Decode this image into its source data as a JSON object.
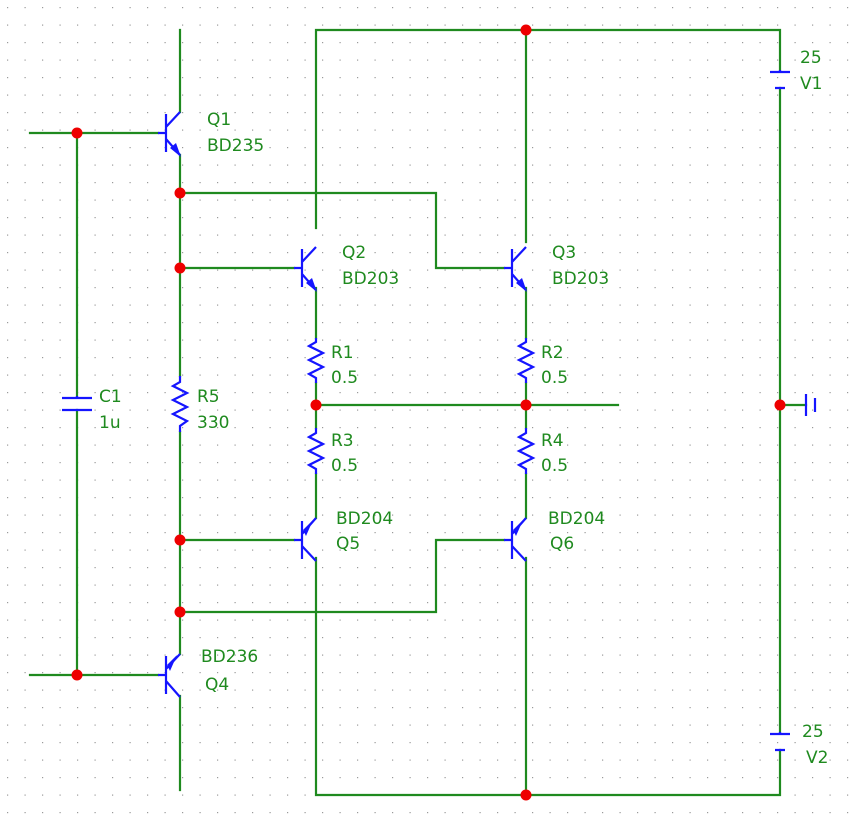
{
  "schematic": {
    "Q1": {
      "ref": "Q1",
      "part": "BD235"
    },
    "Q2": {
      "ref": "Q2",
      "part": "BD203"
    },
    "Q3": {
      "ref": "Q3",
      "part": "BD203"
    },
    "Q4": {
      "ref": "Q4",
      "part": "BD236"
    },
    "Q5": {
      "ref": "Q5",
      "part": "BD204"
    },
    "Q6": {
      "ref": "Q6",
      "part": "BD204"
    },
    "R1": {
      "ref": "R1",
      "value": "0.5"
    },
    "R2": {
      "ref": "R2",
      "value": "0.5"
    },
    "R3": {
      "ref": "R3",
      "value": "0.5"
    },
    "R4": {
      "ref": "R4",
      "value": "0.5"
    },
    "R5": {
      "ref": "R5",
      "value": "330"
    },
    "C1": {
      "ref": "C1",
      "value": "1u"
    },
    "V1": {
      "ref": "V1",
      "value": "25"
    },
    "V2": {
      "ref": "V2",
      "value": "25"
    },
    "colors": {
      "wire": "#1f8a1f",
      "component": "#1515ff",
      "node": "#ee0000",
      "grid": "#9a9a9a",
      "background": "#ffffff"
    }
  }
}
